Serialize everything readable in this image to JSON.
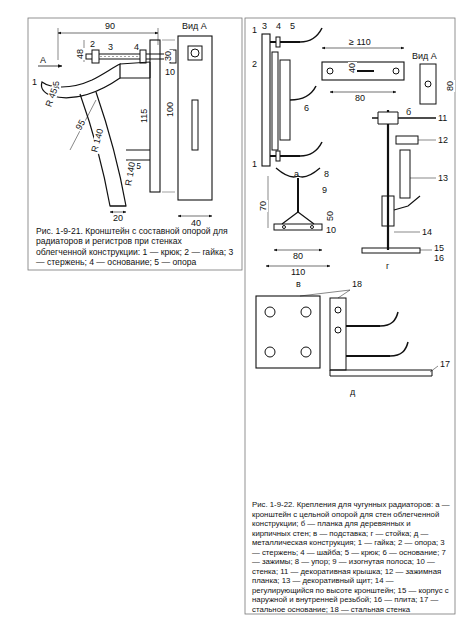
{
  "diagram": {
    "labels": [
      "90",
      "48",
      "А",
      "Вид А",
      "35",
      "R 45",
      "1",
      "2",
      "3",
      "4",
      "5",
      "95",
      "100",
      "115",
      "R 140",
      "R 140",
      "20",
      "40",
      "30",
      "10",
      "Рис. 1-9-21. Кронштейн с составной опорой для радиаторов и регистров при стенках облегченной конструкции: 1 — крюк; 2 — гайка; 3 — стержень; 4 — основание; 5 — опора",
      "1",
      "2",
      "3",
      "4",
      "5",
      "6",
      "1",
      "а",
      "≥ 110",
      "40",
      "80",
      "Вид А",
      "80",
      "б",
      "8",
      "9",
      "70",
      "50",
      "10",
      "80",
      "110",
      "в",
      "11",
      "12",
      "13",
      "14",
      "15",
      "16",
      "г",
      "18",
      "17",
      "д",
      "Рис. 1-9-22. Крепления для чугунных радиаторов: а — кронштейн с цельной опорой для стен облегченной конструкции; б — планка для деревянных и кирпичных стен; в — подставка; г — стойка; д — металлическая конструкция; 1 — гайка; 2 — опора; 3 — стержень; 4 — шайба; 5 — крюк; 6 — основание; 7 — зажимы; 8 — упор; 9 — изогнутая полоса; 10 — стенка; 11 — декоративная крышка; 12 — зажимная планка; 13 — декоративный щит; 14 — регулирующийся по высоте кронштейн; 15 — корпус с наружной и внутренней резьбой; 16 — плита; 17 — стальное основание; 18 — стальная стенка"
    ]
  }
}
